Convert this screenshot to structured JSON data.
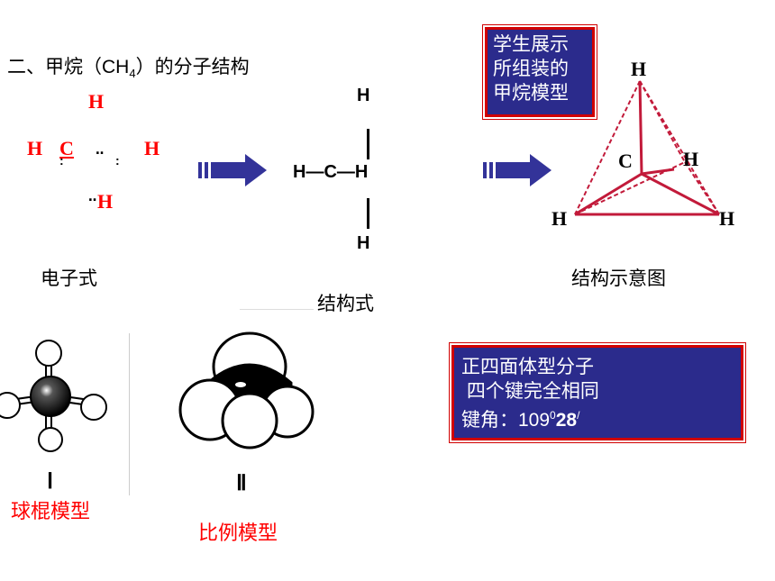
{
  "title": {
    "prefix": "二、甲烷（CH",
    "sub": "4",
    "suffix": "）的分子结构"
  },
  "electron_formula": {
    "atom_top": "H",
    "atom_left": "H",
    "atom_center": "C",
    "atom_right": "H",
    "atom_bottom": "H",
    "dots_mid": "‥",
    "dots_bottom": "‥",
    "dot_left": ":",
    "dot_right": ":",
    "label": "电子式"
  },
  "structural_formula": {
    "top": "H",
    "middle": "H—C—H",
    "bottom": "H",
    "label": "结构式"
  },
  "tetrahedron": {
    "top": "H",
    "center": "C",
    "right": "H",
    "bottom_left": "H",
    "bottom_right": "H",
    "label": "结构示意图"
  },
  "student_box": {
    "lines": [
      "学生展示",
      "所组装的",
      "甲烷模型"
    ]
  },
  "info_box": {
    "line1": "正四面体型分子",
    "line2": " 四个键完全相同",
    "line3_prefix": "键角：109",
    "line3_sup": "0",
    "line3_mid": "28",
    "line3_sup2": "/"
  },
  "models": {
    "roman1": "Ⅰ",
    "roman2": "Ⅱ",
    "label1": "球棍模型",
    "label2": "比例模型"
  },
  "colors": {
    "arrow": "#333399",
    "box_bg": "#2b2b8c",
    "box_border": "#d10000",
    "red_text": "#ff0000"
  }
}
